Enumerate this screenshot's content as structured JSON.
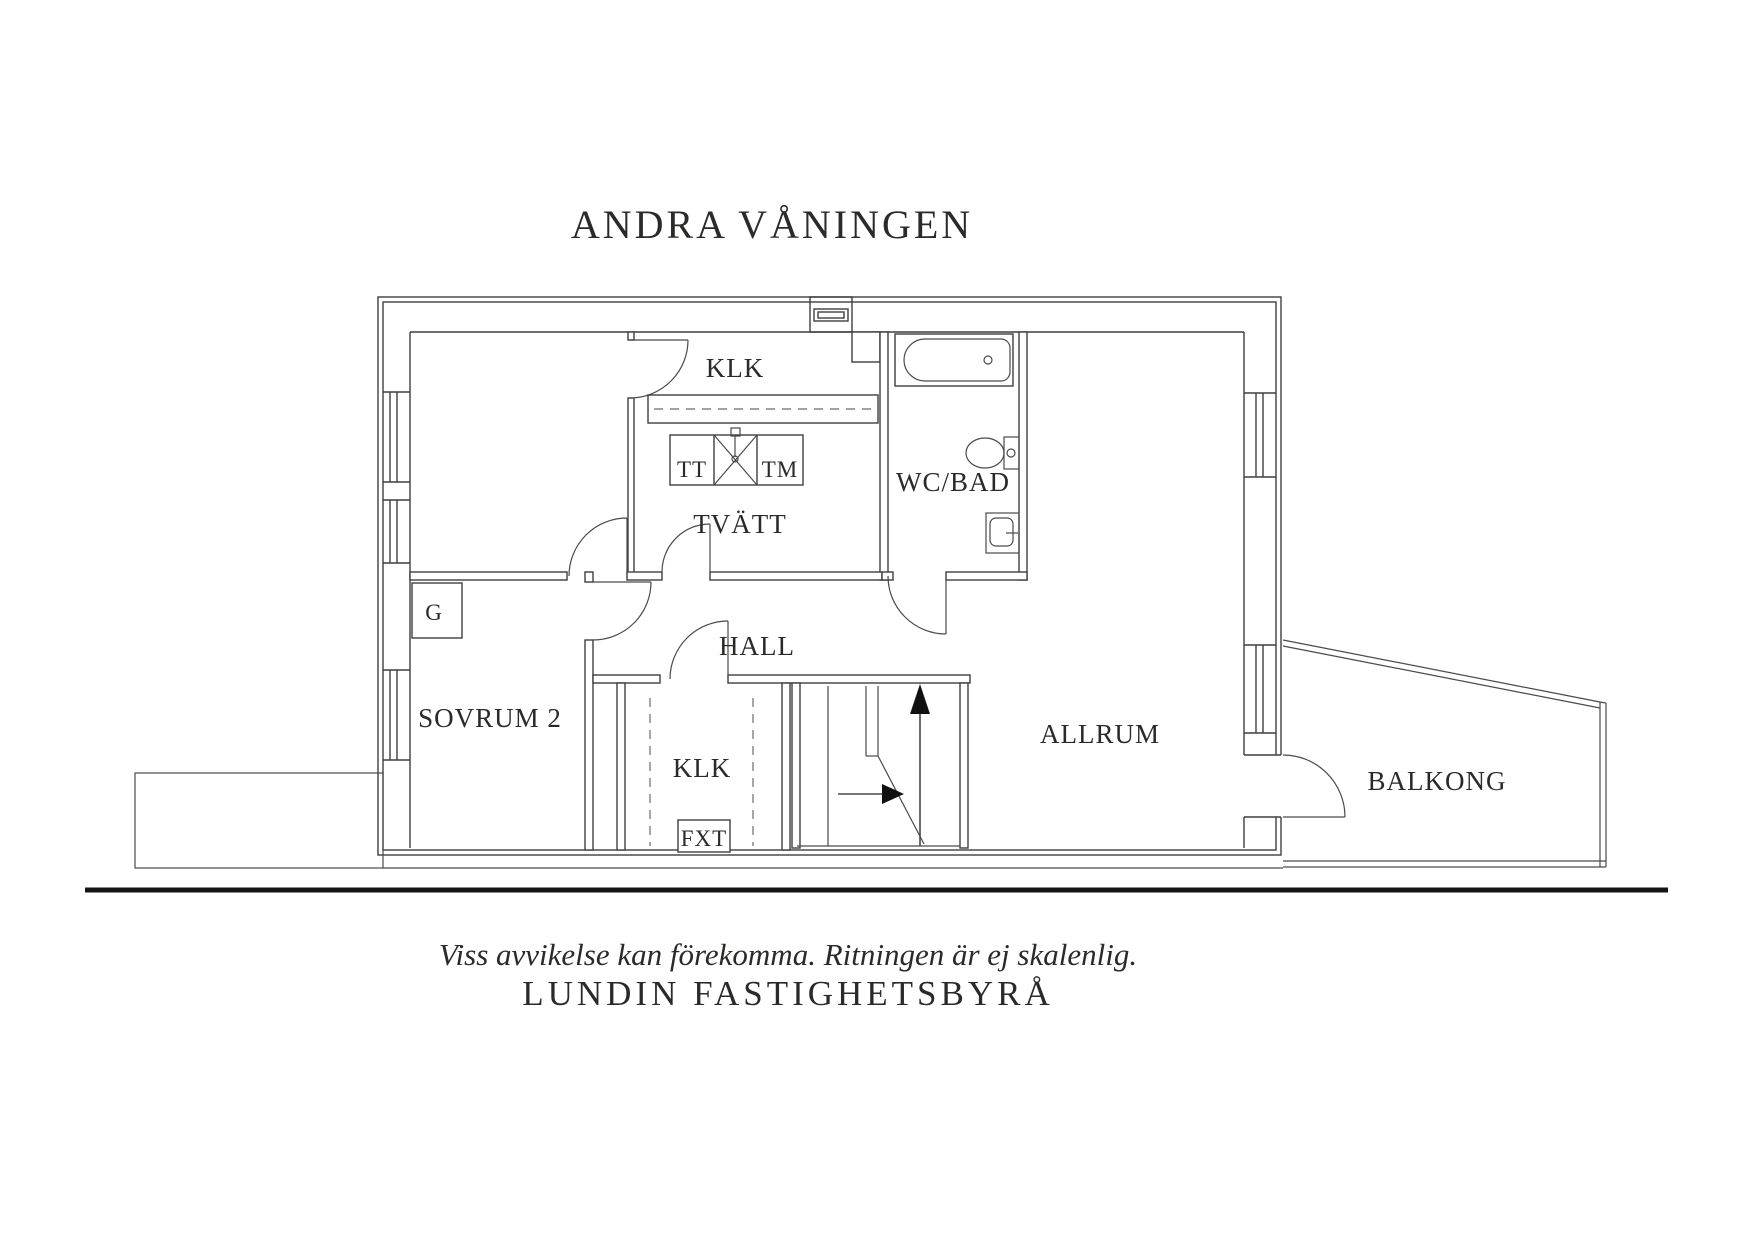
{
  "title": "ANDRA VÅNINGEN",
  "floorplan": {
    "rooms": {
      "klk_top": {
        "label": "KLK"
      },
      "tt": {
        "label": "TT"
      },
      "tm": {
        "label": "TM"
      },
      "tvatt": {
        "label": "TVÄTT"
      },
      "wc_bad": {
        "label": "WC/BAD"
      },
      "hall": {
        "label": "HALL"
      },
      "g": {
        "label": "G"
      },
      "sovrum2": {
        "label": "SOVRUM 2"
      },
      "klk_bottom": {
        "label": "KLK"
      },
      "fxt": {
        "label": "FXT"
      },
      "allrum": {
        "label": "ALLRUM"
      },
      "balkong": {
        "label": "BALKONG"
      }
    },
    "fixtures": [
      "bathtub-icon",
      "toilet-icon",
      "sink-icon",
      "laundry-sink-icon",
      "stairs",
      "up-arrow-icon",
      "right-arrow-icon",
      "window-icon",
      "door-arc",
      "chimney-icon"
    ]
  },
  "footer": {
    "disclaimer": "Viss avvikelse kan förekomma. Ritningen är ej skalenlig.",
    "brand": "LUNDIN FASTIGHETSBYRÅ"
  },
  "colors": {
    "background": "#ffffff",
    "line": "#3f3f3f",
    "text": "#2b2a28",
    "thick_line": "#141414"
  }
}
